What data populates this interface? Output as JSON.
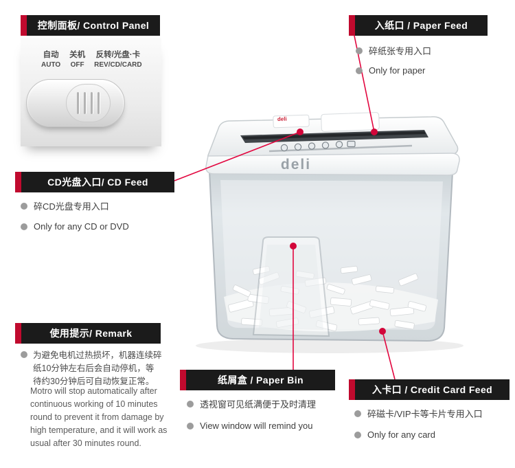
{
  "colors": {
    "header_bg": "#1b1b1b",
    "accent_red": "#c00a2e",
    "connector_red": "#e2063f",
    "bullet_gray": "#9c9c9c"
  },
  "product": {
    "brand": "deli"
  },
  "sections": {
    "control_panel": {
      "title": "控制面板/ Control Panel",
      "switch_options": [
        {
          "cn": "自动",
          "en": "AUTO"
        },
        {
          "cn": "关机",
          "en": "OFF"
        },
        {
          "cn": "反转/光盘·卡",
          "en": "REV/CD/CARD"
        }
      ]
    },
    "paper_feed": {
      "title": "入纸口 / Paper Feed",
      "points": [
        "碎纸张专用入口",
        "Only for paper"
      ]
    },
    "cd_feed": {
      "title": "CD光盘入口/ CD Feed",
      "points": [
        "碎CD光盘专用入口",
        "Only for any CD or DVD"
      ]
    },
    "remark": {
      "title": "使用提示/ Remark",
      "note_cn": "为避免电机过热损坏，机器连续碎纸10分钟左右后会自动停机，等待约30分钟后可自动恢复正常。",
      "note_en": "Motro will stop automatically after continuous working of 10 minutes round to prevent it from damage by high temperature, and it will work as usual after 30 minutes round."
    },
    "paper_bin": {
      "title": "纸屑盒 / Paper Bin",
      "points": [
        "透视窗可见纸满便于及时清理",
        "View window will remind you"
      ]
    },
    "card_feed": {
      "title": "入卡口 / Credit Card Feed",
      "points": [
        "碎磁卡/VIP卡等卡片专用入口",
        "Only for any card"
      ]
    }
  }
}
